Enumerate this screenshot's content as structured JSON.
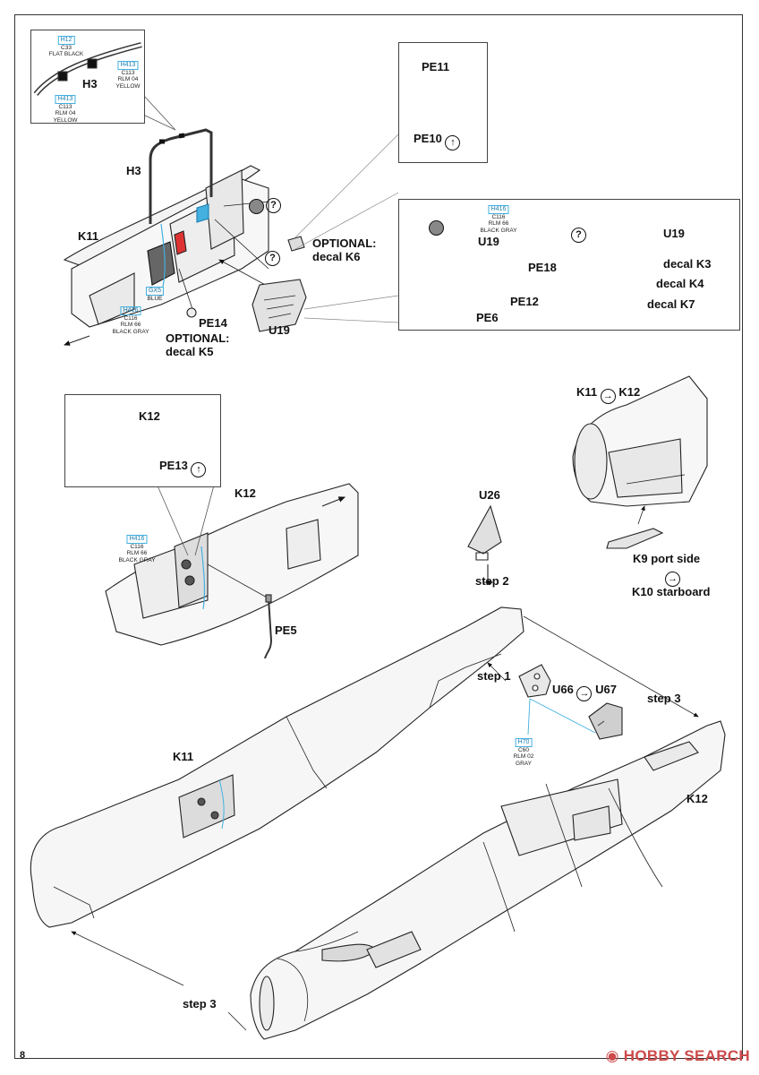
{
  "page": {
    "number": "8"
  },
  "watermark": {
    "brand": "HOBBY SEARCH"
  },
  "colors": {
    "callout_border": "#43b0e0",
    "callout_text": "#1a7fb0",
    "line": "#222222"
  },
  "insets": {
    "h3_detail": {
      "part": "H3",
      "codes": [
        {
          "ref": "H12",
          "lines": [
            "C33",
            "FLAT BLACK"
          ]
        },
        {
          "ref": "H413",
          "lines": [
            "C113",
            "RLM 04",
            "YELLOW"
          ]
        },
        {
          "ref": "H413",
          "lines": [
            "C113",
            "RLM 04",
            "YELLOW"
          ]
        }
      ]
    },
    "pe_detail": {
      "parts": [
        "PE11",
        "PE10"
      ]
    },
    "u19_options": {
      "code": {
        "ref": "H416",
        "lines": [
          "C116",
          "RLM 66",
          "BLACK GRAY"
        ]
      },
      "left_parts": [
        "U19",
        "PE18",
        "PE12",
        "PE6"
      ],
      "right_parts": [
        "U19",
        "decal K3",
        "decal K4",
        "decal K7"
      ]
    },
    "k12_detail": {
      "parts": [
        "K12",
        "PE13"
      ]
    }
  },
  "section1": {
    "labels": [
      "H3",
      "K11",
      "U19",
      "PE14"
    ],
    "optional_k6": [
      "OPTIONAL:",
      "decal K6"
    ],
    "optional_k5": [
      "OPTIONAL:",
      "decal K5"
    ],
    "code_gray": {
      "ref": "H416",
      "lines": [
        "C116",
        "RLM 66",
        "BLACK GRAY"
      ]
    },
    "code_blue": {
      "ref": "GX5",
      "lines": [
        "BLUE"
      ]
    }
  },
  "section2": {
    "labels": [
      "K12",
      "PE5"
    ],
    "code_gray": {
      "ref": "H416",
      "lines": [
        "C116",
        "RLM 66",
        "BLACK GRAY"
      ]
    }
  },
  "section3": {
    "k11": "K11",
    "k12": "K12",
    "k9": "K9 port side",
    "k10": "K10 starboard"
  },
  "assembly": {
    "u26": "U26",
    "step2": "step 2",
    "step1": "step 1",
    "step3a": "step 3",
    "step3b": "step 3",
    "u66": "U66",
    "u67": "U67",
    "k11": "K11",
    "k12": "K12",
    "code_gray": {
      "ref": "H70",
      "lines": [
        "C60",
        "RLM 02",
        "GRAY"
      ]
    }
  }
}
